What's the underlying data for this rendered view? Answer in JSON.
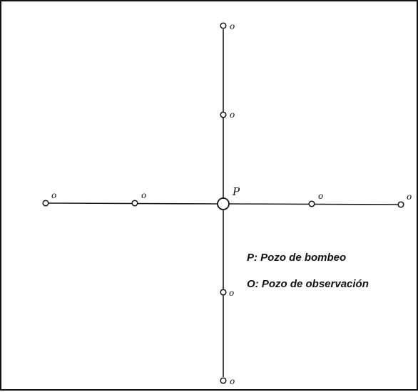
{
  "diagram": {
    "pumping_well_mark": "P",
    "observation_well_mark": "o",
    "legend": {
      "pumping": "P: Pozo de bombeo",
      "observation": "O: Pozo de observación"
    }
  }
}
